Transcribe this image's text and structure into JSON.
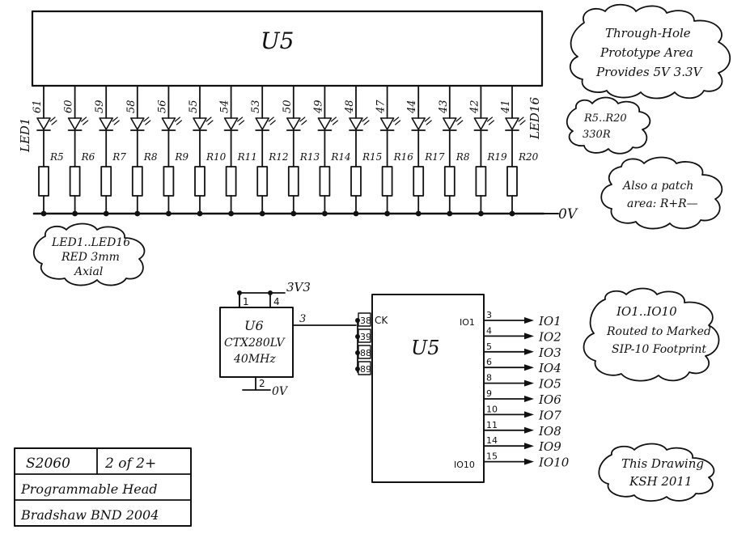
{
  "top_chip": {
    "label": "U5"
  },
  "led_pins": [
    "61",
    "60",
    "59",
    "58",
    "56",
    "55",
    "54",
    "53",
    "50",
    "49",
    "48",
    "47",
    "44",
    "43",
    "42",
    "41"
  ],
  "resistors": [
    "R5",
    "R6",
    "R7",
    "R8",
    "R9",
    "R10",
    "R11",
    "R12",
    "R13",
    "R14",
    "R15",
    "R16",
    "R17",
    "R8",
    "R19",
    "R20"
  ],
  "led_first": "LED1",
  "led_last": "LED16",
  "ground_label": "0V",
  "notes": {
    "through_hole": [
      "Through-Hole",
      "Prototype Area",
      "Provides 5V 3.3V"
    ],
    "resistor_value": [
      "R5..R20",
      "330R"
    ],
    "patch_area": [
      "Also a patch",
      "area: R+R—"
    ],
    "led_spec": [
      "LED1..LED16",
      "RED 3mm",
      "Axial"
    ],
    "io_routing": [
      "IO1..IO10",
      "Routed to Marked",
      "SIP-10 Footprint"
    ],
    "drawing": [
      "This Drawing",
      "KSH 2011"
    ]
  },
  "oscillator": {
    "ref": "U6",
    "part": "CTX280LV",
    "freq": "40MHz",
    "pin_vdd_a": "1",
    "pin_vdd_b": "4",
    "pin_gnd": "2",
    "pin_out": "3",
    "supply": "3V3",
    "ground": "0V"
  },
  "main_chip": {
    "label": "U5",
    "ck_label": "CK",
    "left_pins": [
      "38",
      "39",
      "88",
      "89"
    ],
    "first_io_label": "IO1",
    "last_io_label": "IO10",
    "pins": [
      "3",
      "4",
      "5",
      "6",
      "8",
      "9",
      "10",
      "11",
      "14",
      "15"
    ],
    "outputs": [
      "IO1",
      "IO2",
      "IO3",
      "IO4",
      "IO5",
      "IO6",
      "IO7",
      "IO8",
      "IO9",
      "IO10"
    ]
  },
  "title_block": {
    "code": "S2060",
    "sheet": "2 of 2+",
    "title": "Programmable Head",
    "author": "Bradshaw BND 2004"
  }
}
